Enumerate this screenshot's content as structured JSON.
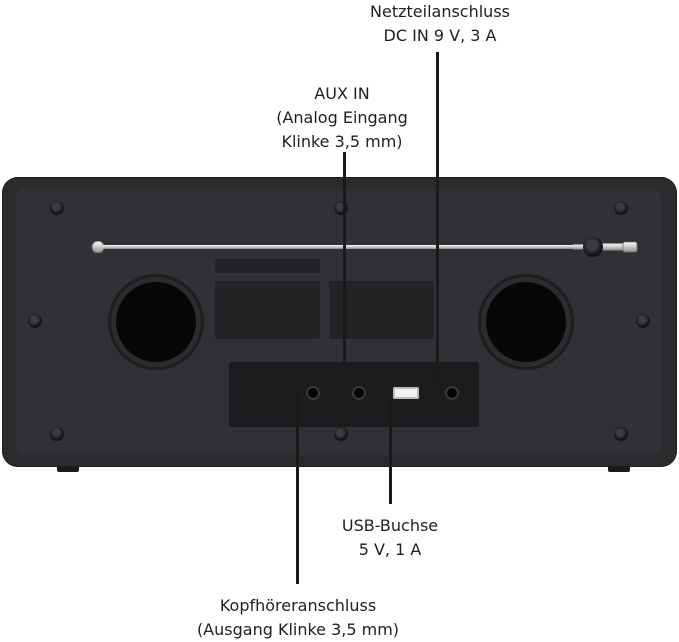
{
  "callouts": {
    "power": {
      "line1": "Netzteilanschluss",
      "line2": "DC IN 9 V, 3 A"
    },
    "aux": {
      "line1": "AUX IN",
      "line2": "(Analog Eingang",
      "line3": "Klinke 3,5 mm)"
    },
    "usb": {
      "line1": "USB-Buchse",
      "line2": "5 V, 1 A"
    },
    "headphone": {
      "line1": "Kopfhöreranschluss",
      "line2": "(Ausgang Klinke 3,5 mm)"
    }
  },
  "colors": {
    "body": "#2a2b2d",
    "panel": "#1c1c1e",
    "text": "#1f1f1f",
    "antenna": "#d9d9d9"
  }
}
